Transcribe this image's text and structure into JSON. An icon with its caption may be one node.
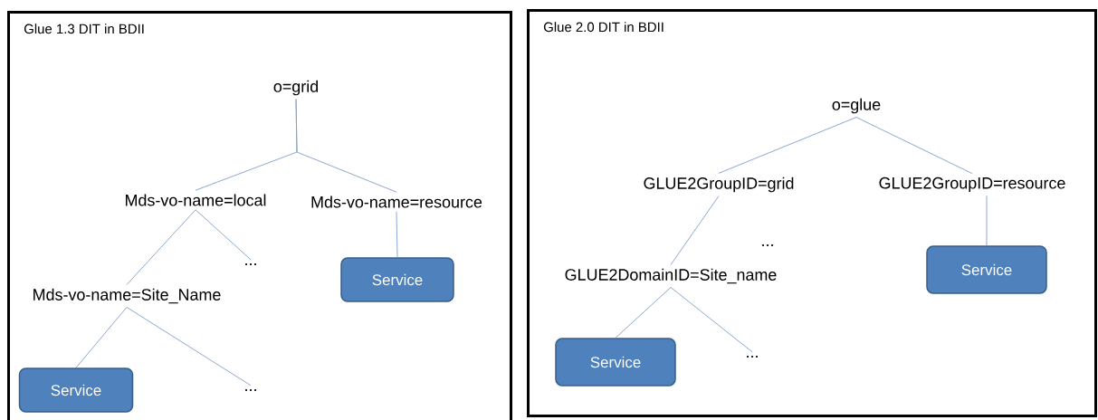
{
  "diagram": {
    "nodes": [
      {
        "text": [
          "Glue 1.3 DIT in BDII"
        ]
      },
      {
        "text": [
          "o=grid"
        ],
        "in": 0
      },
      {
        "text": [
          "Mds-vo-name=local"
        ],
        "in": 0
      },
      {
        "text": [
          "Mds-vo-name=resource"
        ],
        "in": 0
      },
      {
        "text": [
          "..."
        ],
        "in": 0
      },
      {
        "text": [
          "Service"
        ],
        "in": 0
      },
      {
        "text": [
          "Mds-vo-name=Site_Name"
        ],
        "in": 0
      },
      {
        "text": [
          "Service"
        ],
        "in": 0
      },
      {
        "text": [
          "..."
        ],
        "in": 0
      },
      {
        "text": [
          "Glue 2.0 DIT in BDII"
        ]
      },
      {
        "text": [
          "o=glue"
        ],
        "in": 9
      },
      {
        "text": [
          "GLUE2GroupID=grid"
        ],
        "in": 9
      },
      {
        "text": [
          "GLUE2GroupID=resource"
        ],
        "in": 9
      },
      {
        "text": [
          "Service"
        ],
        "in": 9
      },
      {
        "text": [
          "GLUE2DomainID=Site_name"
        ],
        "in": 9
      },
      {
        "text": [
          "Service"
        ],
        "in": 9
      },
      {
        "text": [
          "..."
        ],
        "in": 9
      }
    ],
    "edges": [
      {
        "from": 1,
        "to": 2,
        "arrow": "none"
      },
      {
        "from": 1,
        "to": 3,
        "arrow": "none"
      },
      {
        "from": 2,
        "to": 6,
        "arrow": "none"
      },
      {
        "from": 2,
        "to": 4,
        "arrow": "none"
      },
      {
        "from": 3,
        "to": 5,
        "arrow": "none"
      },
      {
        "from": 6,
        "to": 7,
        "arrow": "none"
      },
      {
        "from": 6,
        "to": 8,
        "arrow": "none"
      },
      {
        "from": 10,
        "to": 11,
        "arrow": "none"
      },
      {
        "from": 10,
        "to": 12,
        "arrow": "none"
      },
      {
        "from": 11,
        "to": 14,
        "arrow": "none"
      },
      {
        "from": 14,
        "to": 15,
        "arrow": "none"
      },
      {
        "from": 14,
        "to": 16,
        "arrow": "none"
      },
      {
        "from": 12,
        "to": 13,
        "arrow": "none"
      }
    ],
    "labels": [
      "..."
    ]
  }
}
